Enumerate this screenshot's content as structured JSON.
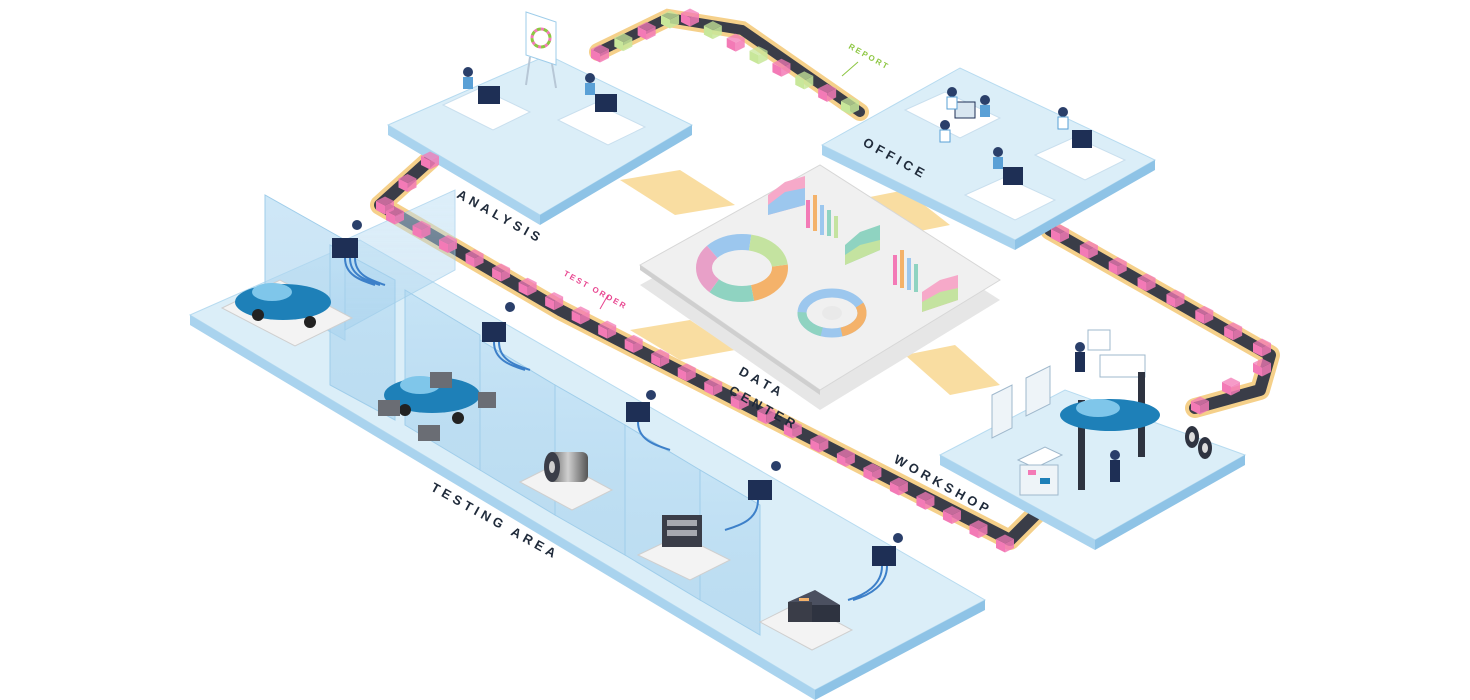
{
  "labels": {
    "analysis": "ANALYSIS",
    "office": "OFFICE",
    "data": "DATA",
    "center": "CENTER",
    "workshop": "WORKSHOP",
    "testing_area": "TESTING AREA",
    "test_order": "TEST ORDER",
    "report": "REPORT"
  },
  "colors": {
    "platform_top": "#dbeef8",
    "platform_side": "#a9d3ee",
    "belt": "#3a3d48",
    "belt_edge": "#f5d08a",
    "box_pink": "#f37ab6",
    "box_green": "#c8e79a",
    "test_order": "#e8448f",
    "report": "#8cc641",
    "car_blue": "#1e80b8"
  },
  "icons": [
    "car-icon",
    "monitor-icon",
    "person-icon",
    "engine-icon",
    "motor-icon",
    "battery-icon",
    "donut-chart-icon",
    "bar-chart-icon",
    "car-lift-icon",
    "tire-icon",
    "server-rack-icon"
  ]
}
